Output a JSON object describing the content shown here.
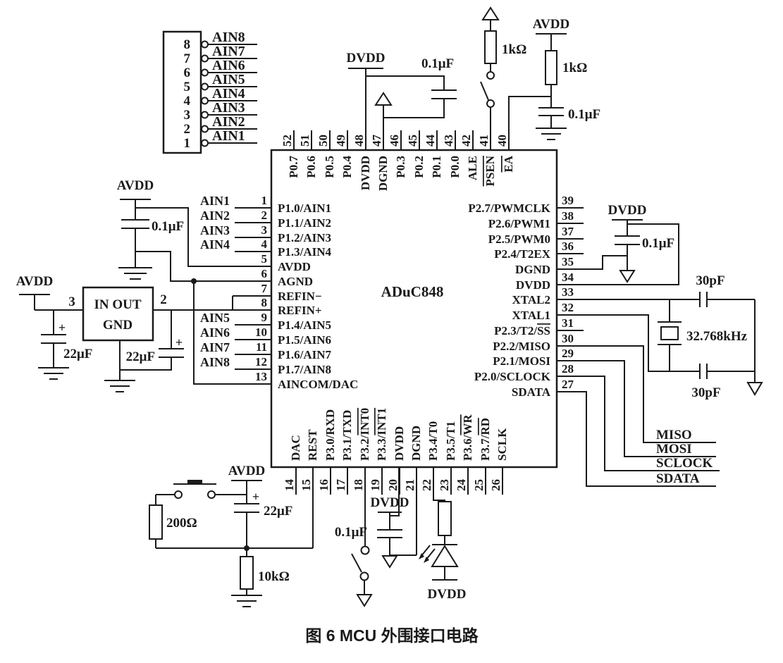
{
  "caption": "图 6  MCU 外围接口电路",
  "chip": {
    "name": "ADuC848",
    "top_pins": [
      {
        "n": "52",
        "pre": "P0.7",
        "bar": ""
      },
      {
        "n": "51",
        "pre": "P0.6",
        "bar": ""
      },
      {
        "n": "50",
        "pre": "P0.5",
        "bar": ""
      },
      {
        "n": "49",
        "pre": "P0.4",
        "bar": ""
      },
      {
        "n": "48",
        "pre": "DVDD",
        "bar": ""
      },
      {
        "n": "47",
        "pre": "DGND",
        "bar": ""
      },
      {
        "n": "46",
        "pre": "P0.3",
        "bar": ""
      },
      {
        "n": "45",
        "pre": "P0.2",
        "bar": ""
      },
      {
        "n": "44",
        "pre": "P0.1",
        "bar": ""
      },
      {
        "n": "43",
        "pre": "P0.0",
        "bar": ""
      },
      {
        "n": "42",
        "pre": "ALE",
        "bar": ""
      },
      {
        "n": "41",
        "pre": "",
        "bar": "PSEN"
      },
      {
        "n": "40",
        "pre": "",
        "bar": "EA"
      }
    ],
    "left_pins": [
      {
        "n": "1",
        "pre": "P1.0/AIN1",
        "bar": ""
      },
      {
        "n": "2",
        "pre": "P1.1/AIN2",
        "bar": ""
      },
      {
        "n": "3",
        "pre": "P1.2/AIN3",
        "bar": ""
      },
      {
        "n": "4",
        "pre": "P1.3/AIN4",
        "bar": ""
      },
      {
        "n": "5",
        "pre": "AVDD",
        "bar": ""
      },
      {
        "n": "6",
        "pre": "AGND",
        "bar": ""
      },
      {
        "n": "7",
        "pre": "REFIN−",
        "bar": ""
      },
      {
        "n": "8",
        "pre": "REFIN+",
        "bar": ""
      },
      {
        "n": "9",
        "pre": "P1.4/AIN5",
        "bar": ""
      },
      {
        "n": "10",
        "pre": "P1.5/AIN6",
        "bar": ""
      },
      {
        "n": "11",
        "pre": "P1.6/AIN7",
        "bar": ""
      },
      {
        "n": "12",
        "pre": "P1.7/AIN8",
        "bar": ""
      },
      {
        "n": "13",
        "pre": "AINCOM/DAC",
        "bar": ""
      }
    ],
    "right_pins": [
      {
        "n": "39",
        "pre": "P2.7/PWMCLK",
        "bar": ""
      },
      {
        "n": "38",
        "pre": "P2.6/PWM1",
        "bar": ""
      },
      {
        "n": "37",
        "pre": "P2.5/PWM0",
        "bar": ""
      },
      {
        "n": "36",
        "pre": "P2.4/T2EX",
        "bar": ""
      },
      {
        "n": "35",
        "pre": "DGND",
        "bar": ""
      },
      {
        "n": "34",
        "pre": "DVDD",
        "bar": ""
      },
      {
        "n": "33",
        "pre": "XTAL2",
        "bar": ""
      },
      {
        "n": "32",
        "pre": "XTAL1",
        "bar": ""
      },
      {
        "n": "31",
        "pre": "P2.3/T2/",
        "bar": "SS"
      },
      {
        "n": "30",
        "pre": "P2.2/MISO",
        "bar": ""
      },
      {
        "n": "29",
        "pre": "P2.1/MOSI",
        "bar": ""
      },
      {
        "n": "28",
        "pre": "P2.0/SCLOCK",
        "bar": ""
      },
      {
        "n": "27",
        "pre": "SDATA",
        "bar": ""
      }
    ],
    "bottom_pins": [
      {
        "n": "14",
        "pre": "DAC",
        "bar": ""
      },
      {
        "n": "15",
        "pre": "REST",
        "bar": ""
      },
      {
        "n": "16",
        "pre": "P3.0/RXD",
        "bar": ""
      },
      {
        "n": "17",
        "pre": "P3.1/TXD",
        "bar": ""
      },
      {
        "n": "18",
        "pre": "P3.2/",
        "bar": "INT0"
      },
      {
        "n": "19",
        "pre": "P3.3/",
        "bar": "INT1"
      },
      {
        "n": "20",
        "pre": "DVDD",
        "bar": ""
      },
      {
        "n": "21",
        "pre": "DGND",
        "bar": ""
      },
      {
        "n": "22",
        "pre": "P3.4/T0",
        "bar": ""
      },
      {
        "n": "23",
        "pre": "P3.5/T1",
        "bar": ""
      },
      {
        "n": "24",
        "pre": "P3.6/",
        "bar": "WR"
      },
      {
        "n": "25",
        "pre": "P3.7/",
        "bar": "RD"
      },
      {
        "n": "26",
        "pre": "SCLK",
        "bar": ""
      }
    ]
  },
  "connector": {
    "pins": [
      {
        "n": "8",
        "signal": "AIN8"
      },
      {
        "n": "7",
        "signal": "AIN7"
      },
      {
        "n": "6",
        "signal": "AIN6"
      },
      {
        "n": "5",
        "signal": "AIN5"
      },
      {
        "n": "4",
        "signal": "AIN4"
      },
      {
        "n": "3",
        "signal": "AIN3"
      },
      {
        "n": "2",
        "signal": "AIN2"
      },
      {
        "n": "1",
        "signal": "AIN1"
      }
    ]
  },
  "analog_inputs_upper": [
    "AIN1",
    "AIN2",
    "AIN3",
    "AIN4"
  ],
  "analog_inputs_lower": [
    "AIN5",
    "AIN6",
    "AIN7",
    "AIN8"
  ],
  "regulator": {
    "pin_left": "3",
    "pin_right": "2",
    "row1": "IN OUT",
    "row2": "GND"
  },
  "power": {
    "avdd": "AVDD",
    "dvdd": "DVDD"
  },
  "values": {
    "c100n": "0.1μF",
    "c22u": "22μF",
    "r1k": "1kΩ",
    "r200": "200Ω",
    "r10k": "10kΩ",
    "c30p": "30pF",
    "xtal": "32.768kHz",
    "plus": "+"
  },
  "spi": {
    "miso": "MISO",
    "mosi": "MOSI",
    "sclock": "SCLOCK",
    "sdata": "SDATA"
  }
}
